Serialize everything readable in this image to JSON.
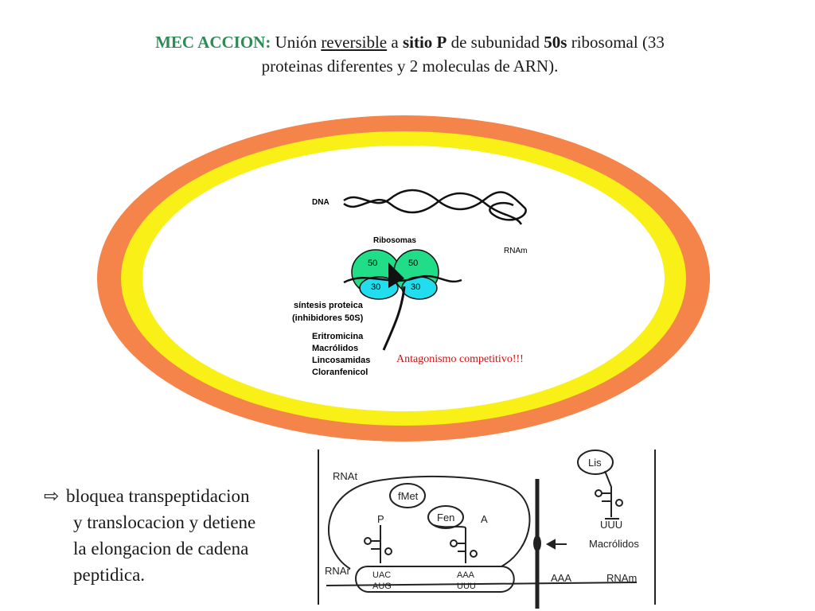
{
  "title": {
    "lead": "MEC ACCION:",
    "part1": " Unión ",
    "underlined": "reversible",
    "part2": " a ",
    "bold1": "sitio P",
    "part3": " de subunidad ",
    "bold2": "50s",
    "part4": " ribosomal (33",
    "line2": "proteinas diferentes y 2 moleculas de ARN)."
  },
  "cell_diagram": {
    "dna_label": "DNA",
    "ribosomes_label": "Ribosomas",
    "rnam_label": "RNAm",
    "sub50_left": "50",
    "sub50_right": "50",
    "sub30_left": "30",
    "sub30_right": "30",
    "synthesis_line1": "síntesis proteica",
    "synthesis_line2": "(inhibidores 50S)",
    "drugs": [
      "Eritromicina",
      "Macrólidos",
      "Lincosamidas",
      "Cloranfenicol"
    ],
    "antagonism": "Antagonismo competitivo!!!",
    "colors": {
      "outer_ring": "#f4844a",
      "inner_ring": "#f8f016",
      "sub50": "#22dd88",
      "sub30": "#22ddee",
      "antagonism_text": "#d01010"
    }
  },
  "bullet": {
    "arrow_icon": "⇨",
    "lines": [
      "bloquea transpeptidacion",
      "y translocacion y detiene",
      "la elongacion de cadena",
      "peptidica."
    ]
  },
  "ribosome_diagram": {
    "rnat_label": "RNAt",
    "fmet_label": "fMet",
    "fen_label": "Fen",
    "p_site": "P",
    "a_site": "A",
    "lis_label": "Lis",
    "uuu_label": "UUU",
    "macrolidos_label": "Macrólidos",
    "rnar_label": "RNAr",
    "anticodon_p": "UAC",
    "codon_p": "AUG",
    "anticodon_a": "AAA",
    "codon_a": "UUU",
    "aaa_label": "AAA",
    "rnam_label": "RNAm"
  }
}
